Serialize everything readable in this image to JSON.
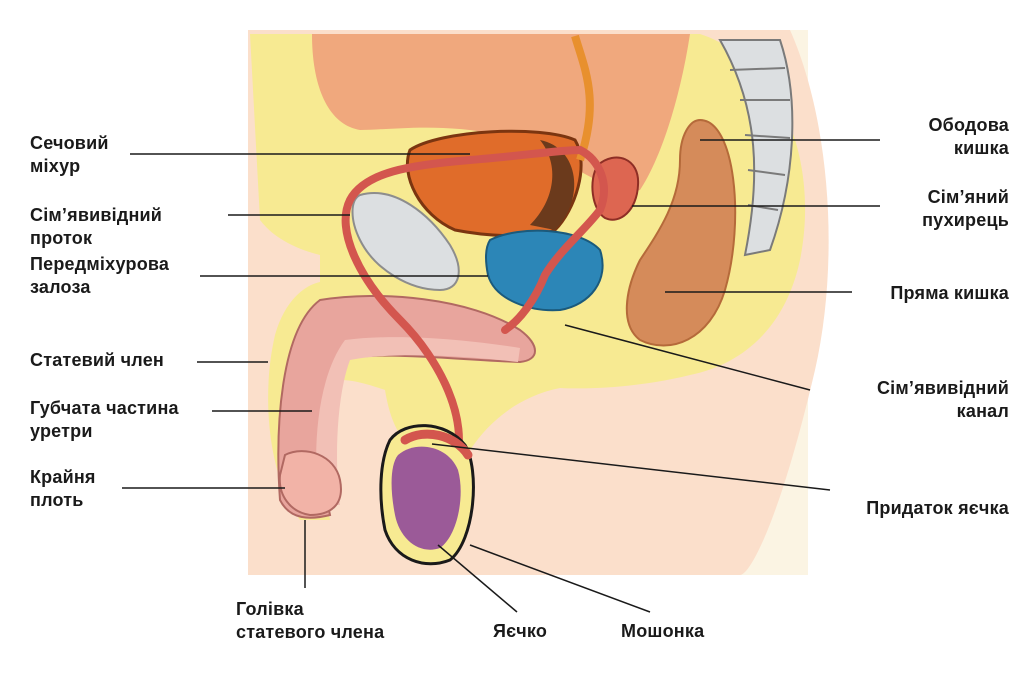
{
  "labels": {
    "bladder": "Сечовий\nміхур",
    "vas_deferens": "Сім’явивідний\nпроток",
    "prostate": "Передміхурова\nзалоза",
    "penis": "Статевий член",
    "spongy_urethra": "Губчата частина\nуретри",
    "foreskin": "Крайня\nплоть",
    "glans": "Голівка\nстатевого члена",
    "testis": "Яєчко",
    "scrotum": "Мошонка",
    "colon": "Ободова\nкишка",
    "seminal_vesicle": "Сім’яний\nпухирець",
    "rectum": "Пряма кишка",
    "ejaculatory_duct": "Сім’явивідний\nканал",
    "epididymis": "Придаток яєчка"
  },
  "colors": {
    "background": "#ffffff",
    "panel": "#fbf4e3",
    "skin": "#fbdfcb",
    "body_tissue": "#f7ea92",
    "cavity": "#f0a87d",
    "bladder": "#e06c2a",
    "ureter": "#e8902e",
    "prostate": "#2c86b7",
    "duct": "#d3564e",
    "vesicle": "#dd6651",
    "penis_shaft": "#e8a59d",
    "corpus": "#f2c0b6",
    "testis": "#9b5a98",
    "rectum": "#d58b5a",
    "bone_grey": "#dcdfe1",
    "leader_line": "#1a1a1a"
  }
}
